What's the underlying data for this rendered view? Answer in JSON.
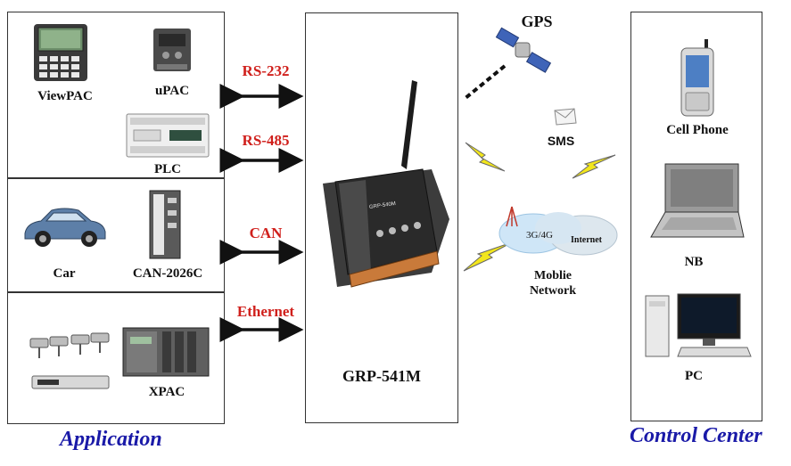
{
  "application": {
    "title": "Application",
    "devices": {
      "viewpac": "ViewPAC",
      "upac": "uPAC",
      "plc": "PLC",
      "car": "Car",
      "can2026c": "CAN-2026C",
      "xpac": "XPAC"
    }
  },
  "protocols": {
    "rs232": "RS-232",
    "rs485": "RS-485",
    "can": "CAN",
    "ethernet": "Ethernet"
  },
  "gateway": {
    "name": "GRP-541M",
    "panel_text": "GRP-540M"
  },
  "wireless": {
    "gps": "GPS",
    "sms": "SMS",
    "network_3g4g": "3G/4G",
    "internet": "Internet",
    "mobile_network_line1": "Moblie",
    "mobile_network_line2": "Network"
  },
  "control_center": {
    "title": "Control Center",
    "devices": {
      "cell_phone": "Cell Phone",
      "nb": "NB",
      "pc": "PC"
    }
  },
  "colors": {
    "protocol_text": "#d0201c",
    "title_text": "#1a1aa8",
    "lightning": "#f2e61c",
    "cloud": "#cfe6f7"
  }
}
